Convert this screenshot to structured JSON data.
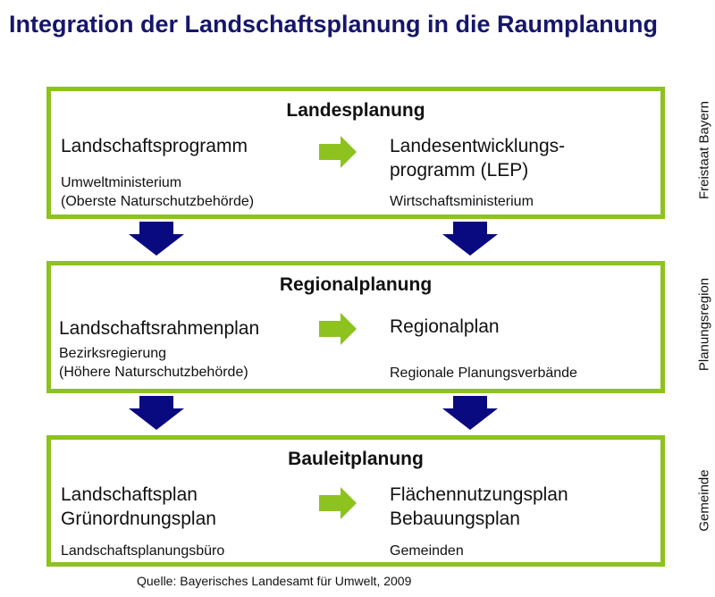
{
  "title": "Integration der Landschaftsplanung in die Raumplanung",
  "levels": [
    {
      "heading": "Landesplanung",
      "left_title": "Landschaftsprogramm",
      "left_sub": [
        "Umweltministerium",
        "(Oberste Naturschutzbehörde)"
      ],
      "right_title": [
        "Landesentwicklungs-",
        "programm (LEP)"
      ],
      "right_sub": "Wirtschaftsministerium",
      "side_label": "Freistaat Bayern"
    },
    {
      "heading": "Regionalplanung",
      "left_title": "Landschaftsrahmenplan",
      "left_sub": [
        "Bezirksregierung",
        "(Höhere Naturschutzbehörde)"
      ],
      "right_title": [
        "Regionalplan"
      ],
      "right_sub": "Regionale Planungsverbände",
      "side_label": "Planungsregion"
    },
    {
      "heading": "Bauleitplanung",
      "left_title": [
        "Landschaftsplan",
        "Grünordnungsplan"
      ],
      "left_sub": [
        "Landschaftsplanungsbüro"
      ],
      "right_title": [
        "Flächennutzungsplan",
        "Bebauungsplan"
      ],
      "right_sub": "Gemeinden",
      "side_label": "Gemeinde"
    }
  ],
  "source": "Quelle: Bayerisches Landesamt für Umwelt, 2009",
  "colors": {
    "title": "#16166b",
    "border": "#8dc21f",
    "down_arrow": "#0a0a80"
  }
}
